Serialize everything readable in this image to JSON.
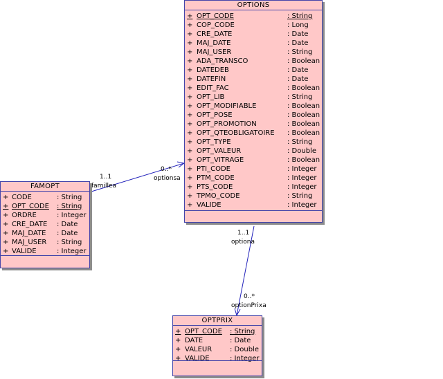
{
  "classes": {
    "options": {
      "title": "OPTIONS",
      "attributes": [
        {
          "vis": "+",
          "name": "OPT_CODE",
          "type": ": String",
          "key": true
        },
        {
          "vis": "+",
          "name": "COP_CODE",
          "type": ": Long"
        },
        {
          "vis": "+",
          "name": "CRE_DATE",
          "type": ": Date"
        },
        {
          "vis": "+",
          "name": "MAJ_DATE",
          "type": ": Date"
        },
        {
          "vis": "+",
          "name": "MAJ_USER",
          "type": ": String"
        },
        {
          "vis": "+",
          "name": "ADA_TRANSCO",
          "type": ": Boolean"
        },
        {
          "vis": "+",
          "name": "DATEDEB",
          "type": ": Date"
        },
        {
          "vis": "+",
          "name": "DATEFIN",
          "type": ": Date"
        },
        {
          "vis": "+",
          "name": "EDIT_FAC",
          "type": ": Boolean"
        },
        {
          "vis": "+",
          "name": "OPT_LIB",
          "type": ": String"
        },
        {
          "vis": "+",
          "name": "OPT_MODIFIABLE",
          "type": ": Boolean"
        },
        {
          "vis": "+",
          "name": "OPT_POSE",
          "type": ": Boolean"
        },
        {
          "vis": "+",
          "name": "OPT_PROMOTION",
          "type": ": Boolean"
        },
        {
          "vis": "+",
          "name": "OPT_QTEOBLIGATOIRE",
          "type": ": Boolean"
        },
        {
          "vis": "+",
          "name": "OPT_TYPE",
          "type": ": String"
        },
        {
          "vis": "+",
          "name": "OPT_VALEUR",
          "type": ": Double"
        },
        {
          "vis": "+",
          "name": "OPT_VITRAGE",
          "type": ": Boolean"
        },
        {
          "vis": "+",
          "name": "PTI_CODE",
          "type": ": Integer"
        },
        {
          "vis": "+",
          "name": "PTM_CODE",
          "type": ": Integer"
        },
        {
          "vis": "+",
          "name": "PTS_CODE",
          "type": ": Integer"
        },
        {
          "vis": "+",
          "name": "TPMO_CODE",
          "type": ": String"
        },
        {
          "vis": "+",
          "name": "VALIDE",
          "type": ": Integer"
        }
      ]
    },
    "famopt": {
      "title": "FAMOPT",
      "attributes": [
        {
          "vis": "+",
          "name": "CODE",
          "type": ": String"
        },
        {
          "vis": "+",
          "name": "OPT_CODE",
          "type": ": String",
          "key": true
        },
        {
          "vis": "+",
          "name": "ORDRE",
          "type": ": Integer"
        },
        {
          "vis": "+",
          "name": "CRE_DATE",
          "type": ": Date"
        },
        {
          "vis": "+",
          "name": "MAJ_DATE",
          "type": ": Date"
        },
        {
          "vis": "+",
          "name": "MAJ_USER",
          "type": ": String"
        },
        {
          "vis": "+",
          "name": "VALIDE",
          "type": ": Integer"
        }
      ]
    },
    "optprix": {
      "title": "OPTPRIX",
      "attributes": [
        {
          "vis": "+",
          "name": "OPT_CODE",
          "type": ": String",
          "key": true
        },
        {
          "vis": "+",
          "name": "DATE",
          "type": ": Date"
        },
        {
          "vis": "+",
          "name": "VALEUR",
          "type": ": Double"
        },
        {
          "vis": "+",
          "name": "VALIDE",
          "type": ": Integer"
        }
      ]
    }
  },
  "associations": {
    "famopt_options": {
      "mult_source": "1..1",
      "role_source": "famillea",
      "mult_target": "0..*",
      "role_target": "optionsa"
    },
    "options_optprix": {
      "mult_source": "1..1",
      "role_source": "optiona",
      "mult_target": "0..*",
      "role_target": "optionPrixa"
    }
  },
  "colors": {
    "class_fill": "#ffc8c8",
    "class_border": "#4444aa",
    "link": "#2222bb",
    "shadow": "#8c8c8c"
  }
}
